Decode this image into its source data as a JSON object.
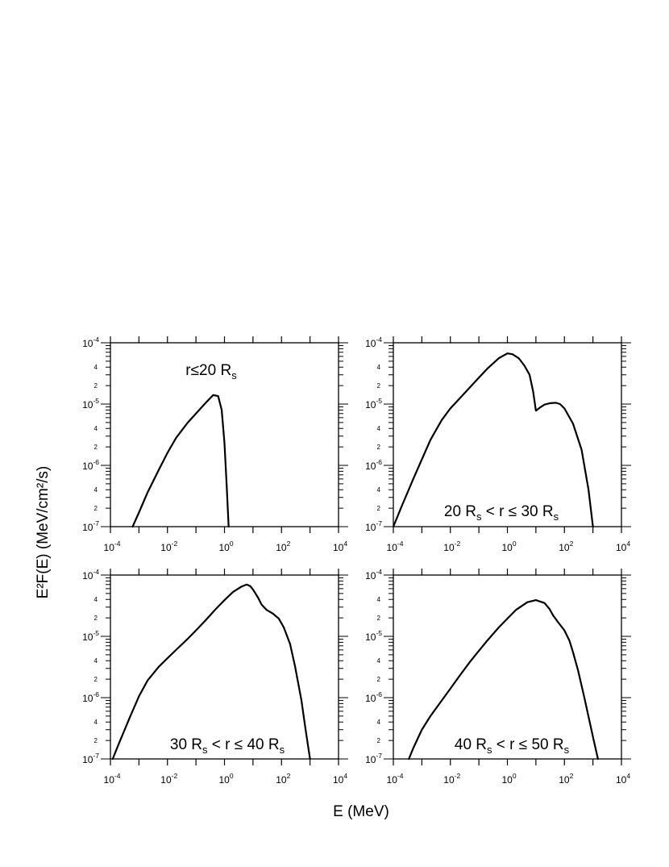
{
  "figure": {
    "ylabel": "E²F(E) (MeV/cm²/s)",
    "xlabel": "E (MeV)"
  },
  "chart_data": [
    {
      "type": "line",
      "annotation": "r≤20 R_s",
      "log_x": true,
      "log_y": true,
      "xlim": [
        0.0001,
        10000
      ],
      "ylim": [
        1e-07,
        0.0001
      ],
      "x_ticks": [
        "10^-4",
        "10^-2",
        "10^0",
        "10^2",
        "10^4"
      ],
      "y_ticks": [
        "10^-7",
        "10^-6",
        "10^-5",
        "10^-4"
      ],
      "series": [
        {
          "x": [
            0.0006,
            0.001,
            0.002,
            0.005,
            0.01,
            0.02,
            0.05,
            0.1,
            0.2,
            0.4,
            0.6,
            0.8,
            1.0,
            1.2,
            1.4
          ],
          "y": [
            1e-07,
            1.7e-07,
            3.6e-07,
            8.5e-07,
            1.6e-06,
            2.8e-06,
            4.9e-06,
            7e-06,
            1e-05,
            1.4e-05,
            1.35e-05,
            8e-06,
            2.3e-06,
            4.5e-07,
            1e-07
          ]
        }
      ]
    },
    {
      "type": "line",
      "annotation": "20 R_s < r ≤ 30 R_s",
      "log_x": true,
      "log_y": true,
      "xlim": [
        0.0001,
        10000
      ],
      "ylim": [
        1e-07,
        0.0001
      ],
      "x_ticks": [
        "10^-4",
        "10^-2",
        "10^0",
        "10^2",
        "10^4"
      ],
      "y_ticks": [
        "10^-7",
        "10^-6",
        "10^-5",
        "10^-4"
      ],
      "series": [
        {
          "x": [
            0.0001,
            0.0002,
            0.0005,
            0.001,
            0.002,
            0.005,
            0.01,
            0.02,
            0.05,
            0.1,
            0.2,
            0.5,
            1.0,
            1.5,
            2.5,
            4,
            6,
            8,
            10,
            14,
            20,
            30,
            50,
            70,
            100,
            200,
            400,
            700,
            1000
          ],
          "y": [
            1e-07,
            2.2e-07,
            6e-07,
            1.25e-06,
            2.6e-06,
            5.5e-06,
            8.5e-06,
            1.2e-05,
            1.9e-05,
            2.7e-05,
            3.8e-05,
            5.6e-05,
            6.7e-05,
            6.5e-05,
            5.6e-05,
            4.2e-05,
            3e-05,
            1.6e-05,
            7.8e-06,
            8.8e-06,
            9.8e-06,
            1.03e-05,
            1.05e-05,
            1e-05,
            8.5e-06,
            4.8e-06,
            1.8e-06,
            4e-07,
            1e-07
          ]
        }
      ]
    },
    {
      "type": "line",
      "annotation": "30 R_s < r ≤ 40 R_s",
      "log_x": true,
      "log_y": true,
      "xlim": [
        0.0001,
        10000
      ],
      "ylim": [
        1e-07,
        0.0001
      ],
      "x_ticks": [
        "10^-4",
        "10^-2",
        "10^0",
        "10^2",
        "10^4"
      ],
      "y_ticks": [
        "10^-7",
        "10^-6",
        "10^-5",
        "10^-4"
      ],
      "series": [
        {
          "x": [
            0.00012,
            0.0002,
            0.0005,
            0.001,
            0.002,
            0.005,
            0.01,
            0.02,
            0.05,
            0.1,
            0.2,
            0.5,
            1,
            2,
            4,
            6,
            8,
            10,
            15,
            20,
            30,
            50,
            80,
            120,
            200,
            300,
            500,
            700,
            1000
          ],
          "y": [
            1e-07,
            1.8e-07,
            5e-07,
            1.05e-06,
            1.9e-06,
            3.2e-06,
            4.4e-06,
            6e-06,
            9e-06,
            1.25e-05,
            1.75e-05,
            2.8e-05,
            3.9e-05,
            5.3e-05,
            6.5e-05,
            7e-05,
            6.6e-05,
            5.8e-05,
            4.3e-05,
            3.3e-05,
            2.7e-05,
            2.35e-05,
            1.95e-05,
            1.4e-05,
            7.5e-06,
            3.2e-06,
            9e-07,
            3e-07,
            1e-07
          ]
        }
      ]
    },
    {
      "type": "line",
      "annotation": "40 R_s < r ≤ 50 R_s",
      "log_x": true,
      "log_y": true,
      "xlim": [
        0.0001,
        10000
      ],
      "ylim": [
        1e-07,
        0.0001
      ],
      "x_ticks": [
        "10^-4",
        "10^-2",
        "10^0",
        "10^2",
        "10^4"
      ],
      "y_ticks": [
        "10^-7",
        "10^-6",
        "10^-5",
        "10^-4"
      ],
      "series": [
        {
          "x": [
            0.00035,
            0.0005,
            0.001,
            0.002,
            0.005,
            0.01,
            0.02,
            0.05,
            0.1,
            0.2,
            0.5,
            1,
            2,
            5,
            10,
            20,
            30,
            40,
            60,
            100,
            150,
            200,
            300,
            500,
            1000,
            1500
          ],
          "y": [
            1e-07,
            1.5e-07,
            3e-07,
            5e-07,
            9e-07,
            1.4e-06,
            2.2e-06,
            3.9e-06,
            5.8e-06,
            8.6e-06,
            1.4e-05,
            1.95e-05,
            2.7e-05,
            3.6e-05,
            3.9e-05,
            3.5e-05,
            2.8e-05,
            2.2e-05,
            1.7e-05,
            1.25e-05,
            8.5e-06,
            5.5e-06,
            2.8e-06,
            1e-06,
            2.3e-07,
            1e-07
          ]
        }
      ]
    }
  ]
}
